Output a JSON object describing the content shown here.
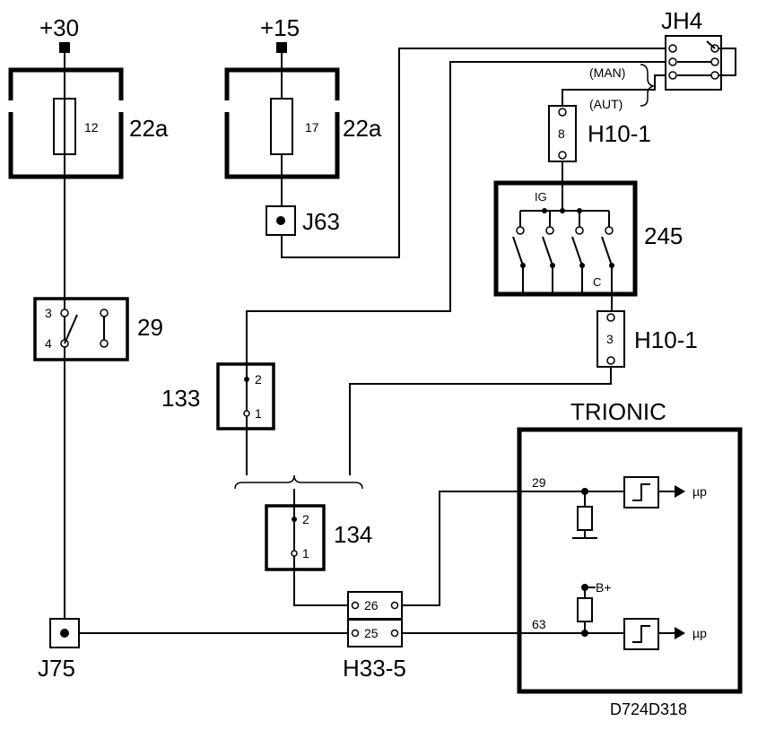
{
  "supplies": {
    "plus30": "+30",
    "plus15": "+15"
  },
  "fuses": [
    {
      "number": "12",
      "block": "22a"
    },
    {
      "number": "17",
      "block": "22a"
    }
  ],
  "junctions": {
    "j63": "J63",
    "j75": "J75"
  },
  "switch_jh4": {
    "label": "JH4",
    "man": "(MAN)",
    "aut": "(AUT)"
  },
  "connectors": {
    "h10_top": {
      "pin": "8",
      "label": "H10-1"
    },
    "h10_bottom": {
      "pin": "3",
      "label": "H10-1"
    },
    "c133": {
      "label": "133",
      "pin_top": "2",
      "pin_bottom": "1"
    },
    "c134": {
      "label": "134",
      "pin_top": "2",
      "pin_bottom": "1"
    },
    "h33": {
      "label": "H33-5",
      "pin_top": "26",
      "pin_bottom": "25"
    }
  },
  "ignition_switch": {
    "label": "245",
    "ig": "IG",
    "c": "C"
  },
  "relay29": {
    "label": "29",
    "pin3": "3",
    "pin4": "4"
  },
  "ecu": {
    "title": "TRIONIC",
    "input_top": "29",
    "input_bottom": "63",
    "bplus": "B+",
    "up_top": "µp",
    "up_bottom": "µp"
  },
  "code": "D724D318"
}
